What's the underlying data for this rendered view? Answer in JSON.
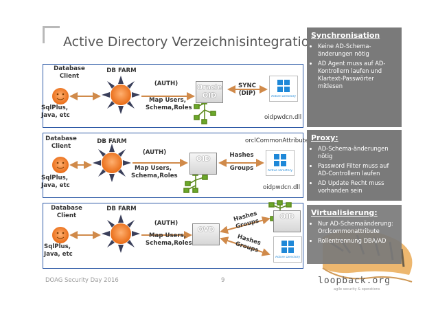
{
  "title": "Active Directory Verzeichnisintegration",
  "colors": {
    "box_border": "#2e5aa6",
    "arrow": "#d08a4a",
    "sun": "#f07a20",
    "sidebar": "#7a7a7a",
    "tree": "#5d8a1e"
  },
  "rows": [
    {
      "client_label": "Database\nClient",
      "client_sub": "SqlPlus,\nJava, etc",
      "farm_label": "DB FARM",
      "auth_label": "(AUTH)",
      "map_label": "Map Users,\nSchema,Roles",
      "target_label": "Oracle\nOID",
      "sync_label": "SYNC\n(DIP)",
      "dll_label": "oidpwdcn.dll",
      "win_text": "Active Directory"
    },
    {
      "client_label": "Database\nClient",
      "client_sub": "SqlPlus,\nJava, etc",
      "farm_label": "DB FARM",
      "auth_label": "(AUTH)",
      "map_label": "Map Users,\nSchema,Roles",
      "target_label": "OID",
      "hashes_label": "Hashes",
      "groups_label": "Groups",
      "attr_label": "orclCommonAttribute",
      "dll_label": "oidpwdcn.dll",
      "win_text": "Active Directory"
    },
    {
      "client_label": "Database\nClient",
      "client_sub": "SqlPlus,\nJava, etc",
      "farm_label": "DB FARM",
      "auth_label": "(AUTH)",
      "map_label": "Map Users,\nSchema,Roles",
      "target_label": "OVD",
      "hashes_groups_1": "Hashes\nGroups",
      "hashes_groups_2": "Hashes\nGroups",
      "oid_label": "OID",
      "win_text": "Active Directory"
    }
  ],
  "sidebar": [
    {
      "heading": "Synchronisation",
      "items": [
        "Keine AD-Schema-änderungen nötig",
        "AD Agent muss auf AD-Kontrollern laufen und Klartext-Passwörter mitlesen"
      ]
    },
    {
      "heading": "Proxy:",
      "items": [
        "AD-Schema-änderungen nötig",
        "Password Filter muss auf AD-Controllern laufen",
        "AD Update Recht muss vorhanden sein"
      ]
    },
    {
      "heading": "Virtualisierung:",
      "items": [
        "Nur AD-Schemaänderung: Orclcommonattribute",
        "Rollentrennung DBA/AD"
      ]
    }
  ],
  "footer": {
    "event": "DOAG Security Day 2016",
    "page": "9"
  },
  "brand": {
    "name": "loopback.org",
    "tagline": "agile security & operations"
  }
}
